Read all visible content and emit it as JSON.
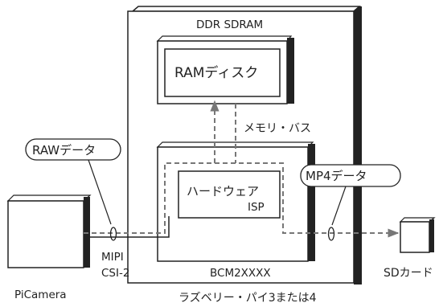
{
  "labels": {
    "ddr": "DDR SDRAM",
    "ramdisk": "RAMディスク",
    "memory_bus": "メモリ・バス",
    "raw_data": "RAWデータ",
    "mp4_data": "MP4データ",
    "hardware_isp_line1": "ハードウェア",
    "hardware_isp_line2": "ISP",
    "mipi_line1": "MIPI",
    "mipi_line2": "CSI-2",
    "bcm": "BCM2XXXX",
    "picamera": "PiCamera",
    "sd_card": "SDカード",
    "board": "ラズベリー・パイ3または4"
  },
  "colors": {
    "line": "#222222",
    "dashed_line": "#777777",
    "box_fill": "#ffffff",
    "shadow": "#222222"
  }
}
